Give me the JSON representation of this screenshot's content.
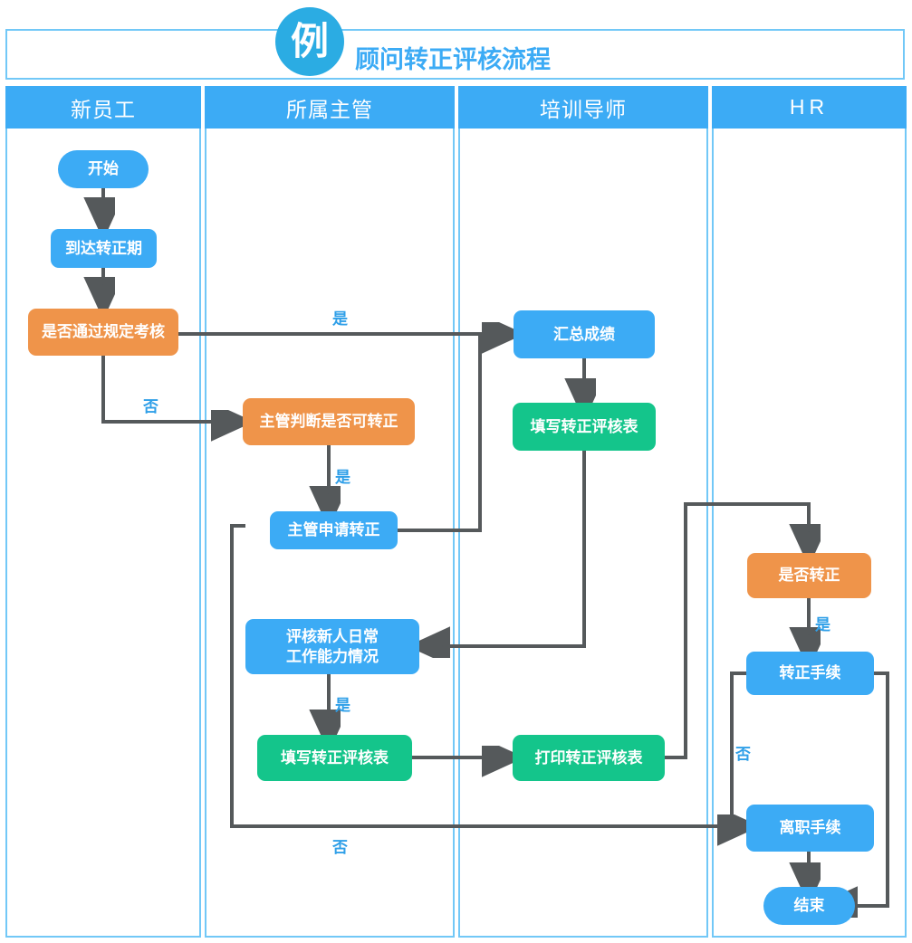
{
  "header": {
    "badge": "例",
    "title": "顾问转正评核流程"
  },
  "lanes": [
    {
      "label": "新员工"
    },
    {
      "label": "所属主管"
    },
    {
      "label": "培训导师"
    },
    {
      "label": "HR"
    }
  ],
  "nodes": [
    {
      "id": "start",
      "lane": 0,
      "label": "开始",
      "shape": "pill",
      "color": "blue"
    },
    {
      "id": "arrive",
      "lane": 0,
      "label": "到达转正期",
      "shape": "rect",
      "color": "blue"
    },
    {
      "id": "passcheck",
      "lane": 0,
      "label": "是否通过规定考核",
      "shape": "decision",
      "color": "orange"
    },
    {
      "id": "mgrjudge",
      "lane": 1,
      "label": "主管判断是否可转正",
      "shape": "decision",
      "color": "orange"
    },
    {
      "id": "mgrapply",
      "lane": 1,
      "label": "主管申请转正",
      "shape": "rect",
      "color": "blue"
    },
    {
      "id": "evaluate",
      "lane": 1,
      "label": "评核新人日常\n工作能力情况",
      "shape": "rect",
      "color": "blue"
    },
    {
      "id": "fillform2",
      "lane": 1,
      "label": "填写转正评核表",
      "shape": "rect",
      "color": "green"
    },
    {
      "id": "sumscore",
      "lane": 2,
      "label": "汇总成绩",
      "shape": "rect",
      "color": "blue"
    },
    {
      "id": "fillform1",
      "lane": 2,
      "label": "填写转正评核表",
      "shape": "rect",
      "color": "green"
    },
    {
      "id": "printform",
      "lane": 2,
      "label": "打印转正评核表",
      "shape": "rect",
      "color": "green"
    },
    {
      "id": "confirm",
      "lane": 3,
      "label": "是否转正",
      "shape": "decision",
      "color": "orange"
    },
    {
      "id": "regular",
      "lane": 3,
      "label": "转正手续",
      "shape": "rect",
      "color": "blue"
    },
    {
      "id": "resign",
      "lane": 3,
      "label": "离职手续",
      "shape": "rect",
      "color": "blue"
    },
    {
      "id": "end",
      "lane": 3,
      "label": "结束",
      "shape": "pill",
      "color": "blue"
    }
  ],
  "edge_labels": [
    {
      "id": "yes-pass",
      "text": "是"
    },
    {
      "id": "no-pass",
      "text": "否"
    },
    {
      "id": "yes-mgr",
      "text": "是"
    },
    {
      "id": "yes-eval",
      "text": "是"
    },
    {
      "id": "no-eval",
      "text": "否"
    },
    {
      "id": "yes-confirm",
      "text": "是"
    },
    {
      "id": "no-confirm",
      "text": "否"
    }
  ],
  "colors": {
    "blue": "#3cabf5",
    "orange": "#ef944a",
    "green": "#14c58b",
    "lane_border": "#72c8f7",
    "connector": "#55595b",
    "label_text": "#2f9fe8",
    "badge": "#2bace3"
  },
  "chart_data": {
    "type": "diagram",
    "title": "顾问转正评核流程",
    "diagram_kind": "swimlane-flowchart",
    "lanes": [
      "新员工",
      "所属主管",
      "培训导师",
      "HR"
    ],
    "edges": [
      {
        "from": "开始",
        "to": "到达转正期",
        "label": ""
      },
      {
        "from": "到达转正期",
        "to": "是否通过规定考核",
        "label": ""
      },
      {
        "from": "是否通过规定考核",
        "to": "汇总成绩",
        "label": "是"
      },
      {
        "from": "是否通过规定考核",
        "to": "主管判断是否可转正",
        "label": "否"
      },
      {
        "from": "主管判断是否可转正",
        "to": "主管申请转正",
        "label": "是"
      },
      {
        "from": "主管申请转正",
        "to": "汇总成绩",
        "label": ""
      },
      {
        "from": "汇总成绩",
        "to": "填写转正评核表(培训导师)",
        "label": ""
      },
      {
        "from": "填写转正评核表(培训导师)",
        "to": "评核新人日常工作能力情况",
        "label": ""
      },
      {
        "from": "评核新人日常工作能力情况",
        "to": "填写转正评核表(所属主管)",
        "label": "是"
      },
      {
        "from": "评核新人日常工作能力情况",
        "to": "离职手续",
        "label": "否"
      },
      {
        "from": "填写转正评核表(所属主管)",
        "to": "打印转正评核表",
        "label": ""
      },
      {
        "from": "打印转正评核表",
        "to": "是否转正",
        "label": ""
      },
      {
        "from": "是否转正",
        "to": "转正手续",
        "label": "是"
      },
      {
        "from": "转正手续",
        "to": "离职手续",
        "label": "否"
      },
      {
        "from": "转正手续",
        "to": "结束",
        "label": ""
      },
      {
        "from": "离职手续",
        "to": "结束",
        "label": ""
      }
    ]
  }
}
